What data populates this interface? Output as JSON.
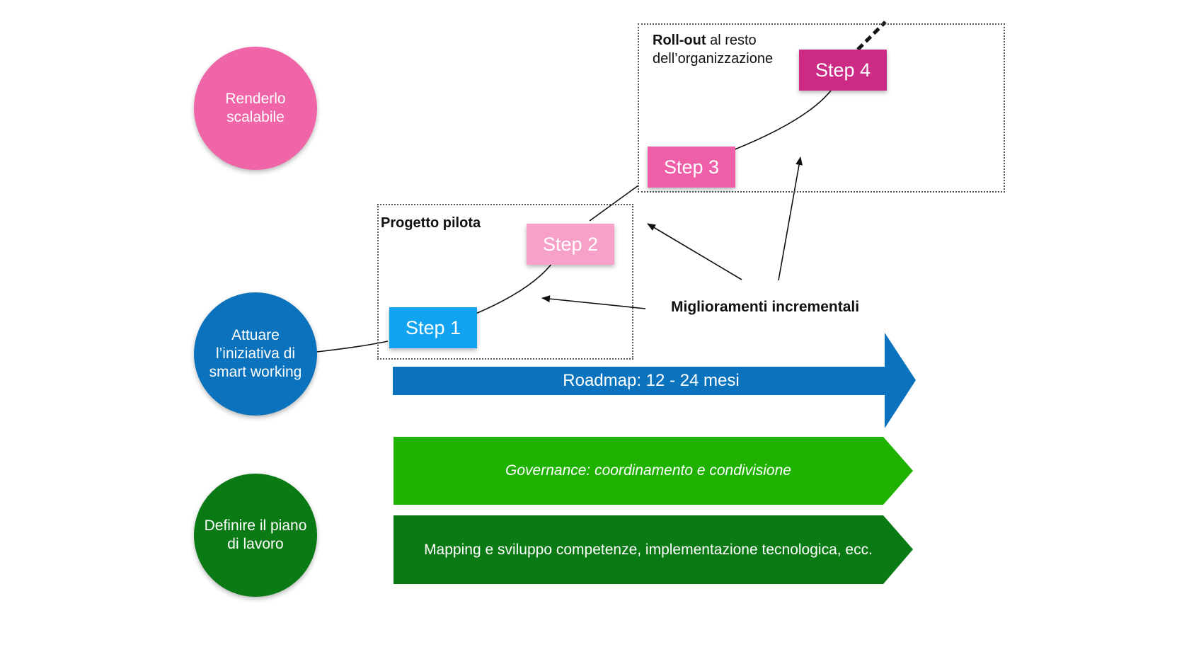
{
  "circles": {
    "scalable": {
      "label": "Renderlo\nscalabile",
      "color": "#f064a8"
    },
    "implement": {
      "label": "Attuare\nl’iniziativa di\nsmart working",
      "color": "#0b73bd"
    },
    "define": {
      "label": "Definire il piano\ndi lavoro",
      "color": "#0a7a14"
    }
  },
  "frames": {
    "pilot": {
      "title": "Progetto pilota"
    },
    "rollout": {
      "title_bold": "Roll-out",
      "title_rest": " al resto",
      "title_line2": "dell’organizzazione"
    }
  },
  "steps": [
    {
      "label": "Step 1",
      "color": "#12a3f0"
    },
    {
      "label": "Step 2",
      "color": "#f7a0c8"
    },
    {
      "label": "Step 3",
      "color": "#ee5fa8"
    },
    {
      "label": "Step 4",
      "color": "#cc2b85"
    }
  ],
  "improvements_label": "Miglioramenti incrementali",
  "bars": {
    "roadmap": {
      "label": "Roadmap: 12 - 24 mesi",
      "color": "#0b73bd"
    },
    "governance": {
      "label": "Governance: coordinamento e condivisione",
      "color": "#20b200"
    },
    "mapping": {
      "label": "Mapping e sviluppo competenze, implementazione tecnologica, ecc.",
      "color": "#0a7a14"
    }
  }
}
